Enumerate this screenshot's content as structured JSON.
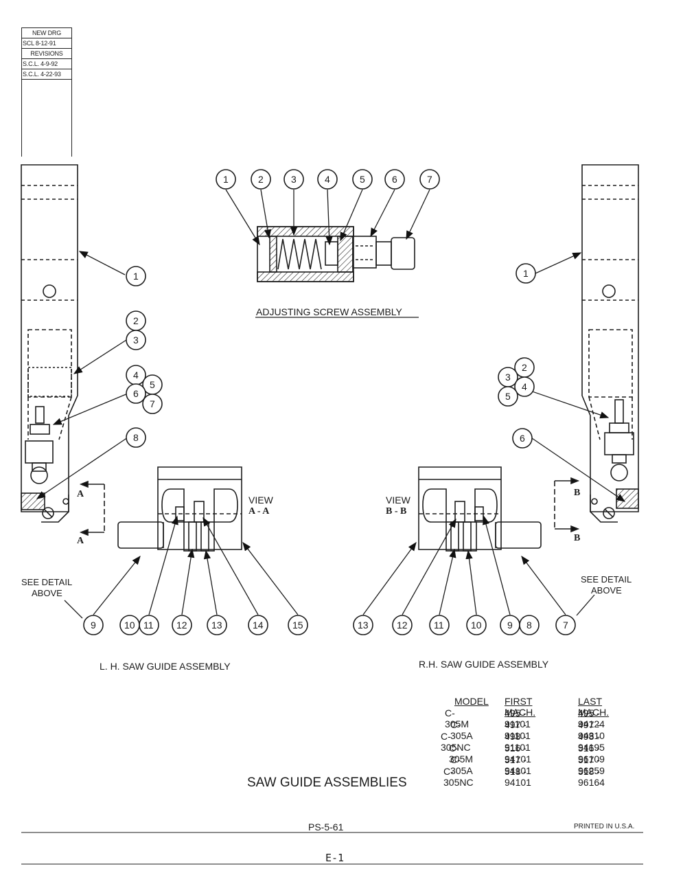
{
  "revision_block": {
    "rows": [
      "NEW DRG",
      "SCL 8-12-91",
      "REVISIONS",
      "S.C.L. 4-9-92",
      "S.C.L. 4-22-93"
    ]
  },
  "titles": {
    "adjusting_screw": "ADJUSTING SCREW ASSEMBLY",
    "lh_assembly": "L. H. SAW GUIDE ASSEMBLY",
    "rh_assembly": "R.H. SAW GUIDE ASSEMBLY",
    "main": "SAW GUIDE ASSEMBLIES"
  },
  "views": {
    "view_a_word": "VIEW",
    "view_a_label": "A - A",
    "view_b_word": "VIEW",
    "view_b_label": "B - B",
    "section_a": "A",
    "section_b": "B"
  },
  "notes": {
    "see_detail_left_1": "SEE DETAIL",
    "see_detail_left_2": "ABOVE",
    "see_detail_right_1": "SEE DETAIL",
    "see_detail_right_2": "ABOVE"
  },
  "callouts": {
    "top": [
      "1",
      "2",
      "3",
      "4",
      "5",
      "6",
      "7"
    ],
    "left_side": [
      "1",
      "2",
      "3",
      "4",
      "5",
      "6",
      "7",
      "8"
    ],
    "right_side": [
      "1",
      "2",
      "3",
      "4",
      "5",
      "6"
    ],
    "lh_bottom": [
      "9",
      "10",
      "11",
      "12",
      "13",
      "14",
      "15"
    ],
    "rh_bottom": [
      "13",
      "12",
      "11",
      "10",
      "9",
      "8",
      "7"
    ]
  },
  "model_table": {
    "headers": [
      "MODEL",
      "FIRST MACH.",
      "LAST MACH."
    ],
    "rows": [
      [
        "C-305M",
        "495 - 91101",
        "495 - 94124"
      ],
      [
        "C-305A",
        "497 - 91101",
        "497 - 94310"
      ],
      [
        "C-305NC",
        "498 - 91101",
        "498 - 94195"
      ],
      [
        "C-305M",
        "516 - 94101",
        "516 - 96109"
      ],
      [
        "C-305A",
        "517 - 94101",
        "517 - 96259"
      ],
      [
        "C-305NC",
        "518 - 94101",
        "518 - 96164"
      ]
    ]
  },
  "footer": {
    "page_code": "PS-5-61",
    "printed": "PRINTED IN U.S.A.",
    "page_label": "E-1"
  }
}
